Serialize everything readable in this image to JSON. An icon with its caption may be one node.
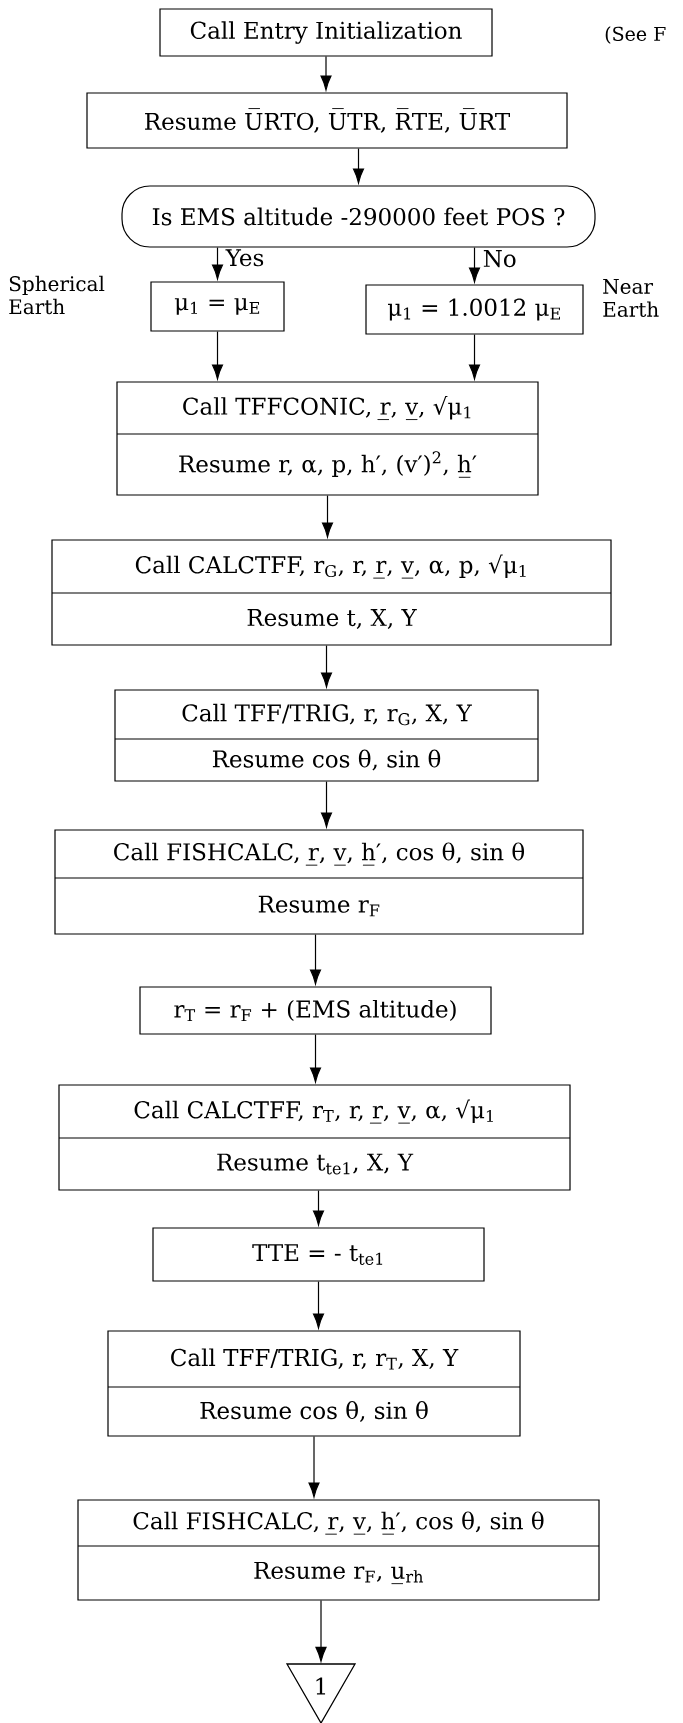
{
  "diagram": {
    "nodes": [
      {
        "text": [
          "Call Entry Initialization"
        ]
      },
      {
        "text": [
          "Resume U̅RTO, U̅TR, R̅TE, U̅RT"
        ]
      },
      {
        "text": [
          "Is EMS altitude -290000 feet POS ?"
        ]
      },
      {
        "text": [
          "μ$_{1}$ = μ$_{E}$"
        ],
        "beside": [
          "Spherical Earth"
        ]
      },
      {
        "text": [
          "μ$_{1}$ = 1.0012 μ$_{E}$"
        ],
        "beside": [
          "Near Earth"
        ]
      },
      {
        "text": [
          "Call TFFCONIC, r̲, v̲, √μ$_{1}$",
          "Resume r, α, p, h′, (v′)$^{2}$, h̲′"
        ]
      },
      {
        "text": [
          "Call CALCTFF, r$_{G}$, r, r̲, v̲, α, p, √μ$_{1}$",
          "Resume t, X, Y"
        ]
      },
      {
        "text": [
          "Call TFF/TRIG, r, r$_{G}$, X, Y",
          "Resume cos θ, sin θ"
        ]
      },
      {
        "text": [
          "Call FISHCALC, r̲, v̲, h̲′, cos θ, sin θ",
          "Resume r$_{F}$"
        ]
      },
      {
        "text": [
          "r$_{T}$ = r$_{F}$ + (EMS altitude)"
        ]
      },
      {
        "text": [
          "Call CALCTFF, r$_{T}$, r, r̲, v̲, α, √μ$_{1}$",
          "Resume t$_{te1}$, X, Y"
        ]
      },
      {
        "text": [
          "TTE = - t$_{te1}$"
        ]
      },
      {
        "text": [
          "Call TFF/TRIG, r, r$_{T}$, X, Y",
          "Resume cos θ, sin θ"
        ]
      },
      {
        "text": [
          "Call FISHCALC, r̲, v̲, h̲′, cos θ, sin θ",
          "Resume r$_{F}$, u̲$_{rh}$"
        ]
      },
      {
        "text": [
          "1"
        ]
      }
    ],
    "edges": [
      {
        "from": 0,
        "to": 1,
        "arrow": "to"
      },
      {
        "from": 1,
        "to": 2,
        "arrow": "to"
      },
      {
        "from": 2,
        "to": 3,
        "arrow": "to",
        "label": "Yes"
      },
      {
        "from": 2,
        "to": 4,
        "arrow": "to",
        "label": "No"
      },
      {
        "from": 3,
        "to": 5,
        "arrow": "to"
      },
      {
        "from": 4,
        "to": 5,
        "arrow": "to"
      },
      {
        "from": 5,
        "to": 6,
        "arrow": "to"
      },
      {
        "from": 6,
        "to": 7,
        "arrow": "to"
      },
      {
        "from": 7,
        "to": 8,
        "arrow": "to"
      },
      {
        "from": 8,
        "to": 9,
        "arrow": "to"
      },
      {
        "from": 9,
        "to": 10,
        "arrow": "to"
      },
      {
        "from": 10,
        "to": 11,
        "arrow": "to"
      },
      {
        "from": 11,
        "to": 12,
        "arrow": "to"
      },
      {
        "from": 12,
        "to": 13,
        "arrow": "to"
      },
      {
        "from": 13,
        "to": 14,
        "arrow": "to"
      }
    ],
    "labels": [
      "(See F"
    ]
  }
}
